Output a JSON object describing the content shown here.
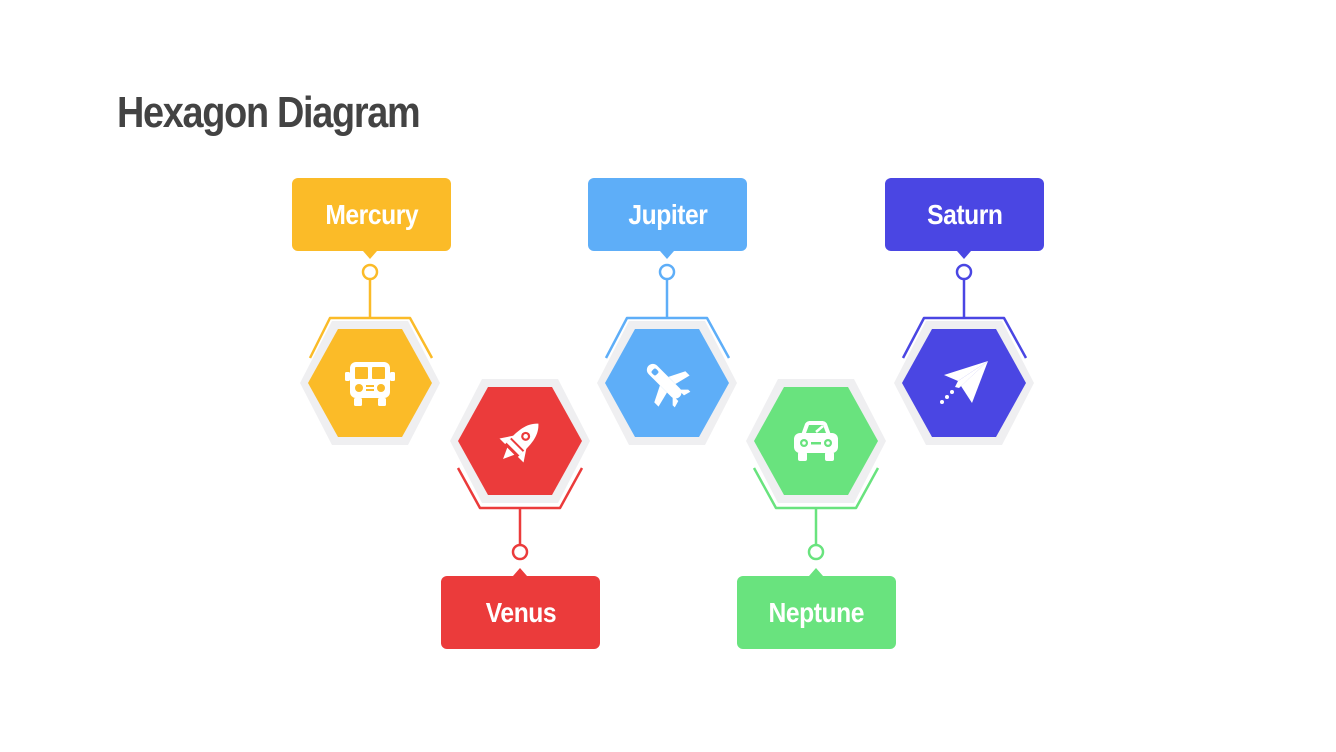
{
  "title": "Hexagon Diagram",
  "items": [
    {
      "label": "Mercury",
      "color": "#FBBB28",
      "icon": "school-bus-icon",
      "position": "top"
    },
    {
      "label": "Venus",
      "color": "#EB3B3B",
      "icon": "rocket-icon",
      "position": "bottom"
    },
    {
      "label": "Jupiter",
      "color": "#5EAEF8",
      "icon": "airplane-icon",
      "position": "top"
    },
    {
      "label": "Neptune",
      "color": "#69E37E",
      "icon": "car-icon",
      "position": "bottom"
    },
    {
      "label": "Saturn",
      "color": "#4A46E3",
      "icon": "paper-plane-icon",
      "position": "top"
    }
  ],
  "colors": {
    "title_text": "#434343",
    "hex_outline": "#EFEFF1",
    "background": "#FFFFFF"
  }
}
